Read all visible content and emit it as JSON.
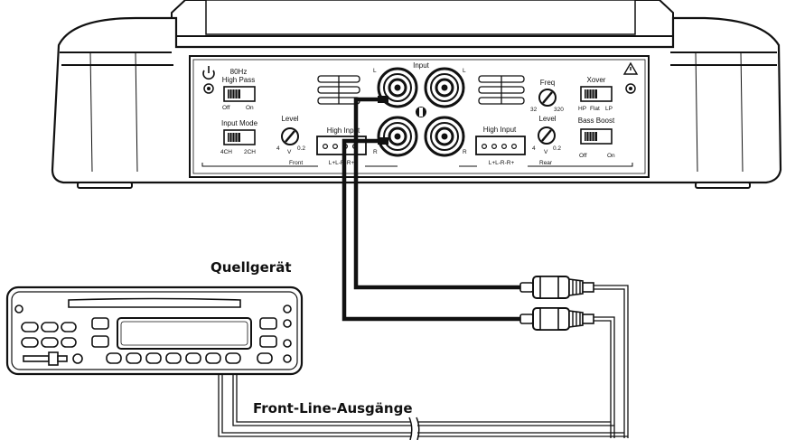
{
  "colors": {
    "stroke": "#111111",
    "panel": "#ffffff",
    "cable": "#222222"
  },
  "captions": {
    "source_device": "Quellgerät",
    "front_line_outputs": "Front-Line-Ausgänge"
  },
  "amplifier": {
    "left_panel": {
      "hpf_freq": "80Hz",
      "hpf_label": "High Pass",
      "hpf_off": "Off",
      "hpf_on": "On",
      "input_mode_label": "Input Mode",
      "input_mode_4ch": "4CH",
      "input_mode_2ch": "2CH",
      "level_label": "Level",
      "level_min": "4",
      "level_unit": "V",
      "level_max": "0.2",
      "high_input_label": "High Input",
      "high_input_pins": "L+L-R-R+",
      "section_label": "Front"
    },
    "center": {
      "input_label": "Input",
      "ch_l": "L",
      "ch_r": "R"
    },
    "right_panel": {
      "high_input_label": "High Input",
      "high_input_pins": "L+L-R-R+",
      "section_label": "Rear",
      "freq_label": "Freq",
      "freq_min": "32",
      "freq_max": "320",
      "level_label": "Level",
      "level_min": "4",
      "level_unit": "V",
      "level_max": "0.2",
      "xover_label": "Xover",
      "xover_hp": "HP",
      "xover_flat": "Flat",
      "xover_lp": "LP",
      "bass_boost_label": "Bass Boost",
      "bass_off": "Off",
      "bass_on": "On"
    }
  }
}
